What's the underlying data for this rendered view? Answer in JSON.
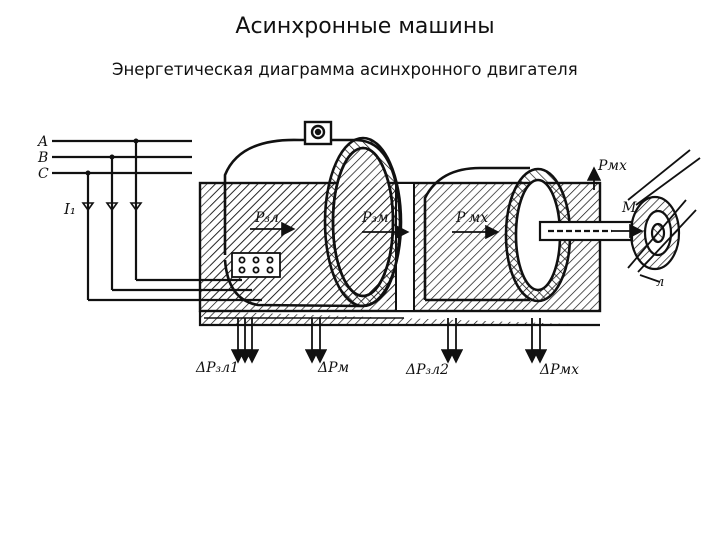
{
  "page": {
    "title": "Асинхронные машины",
    "subtitle": "Энергетическая диаграмма асинхронного двигателя"
  },
  "diagram": {
    "phases": [
      "A",
      "B",
      "C"
    ],
    "current_label": "I₁",
    "flow_labels": {
      "p_el": "P₃л",
      "p_em": "P₃м",
      "p_mech": "P′мх",
      "p_mech_out": "Pмх",
      "moment": "M",
      "rotor_mark": "л"
    },
    "loss_labels": {
      "el1": "ΔP₃л1",
      "mag": "ΔPм",
      "el2": "ΔP₃л2",
      "mech": "ΔPмх"
    },
    "colors": {
      "ink": "#111111",
      "paper": "#ffffff"
    }
  }
}
